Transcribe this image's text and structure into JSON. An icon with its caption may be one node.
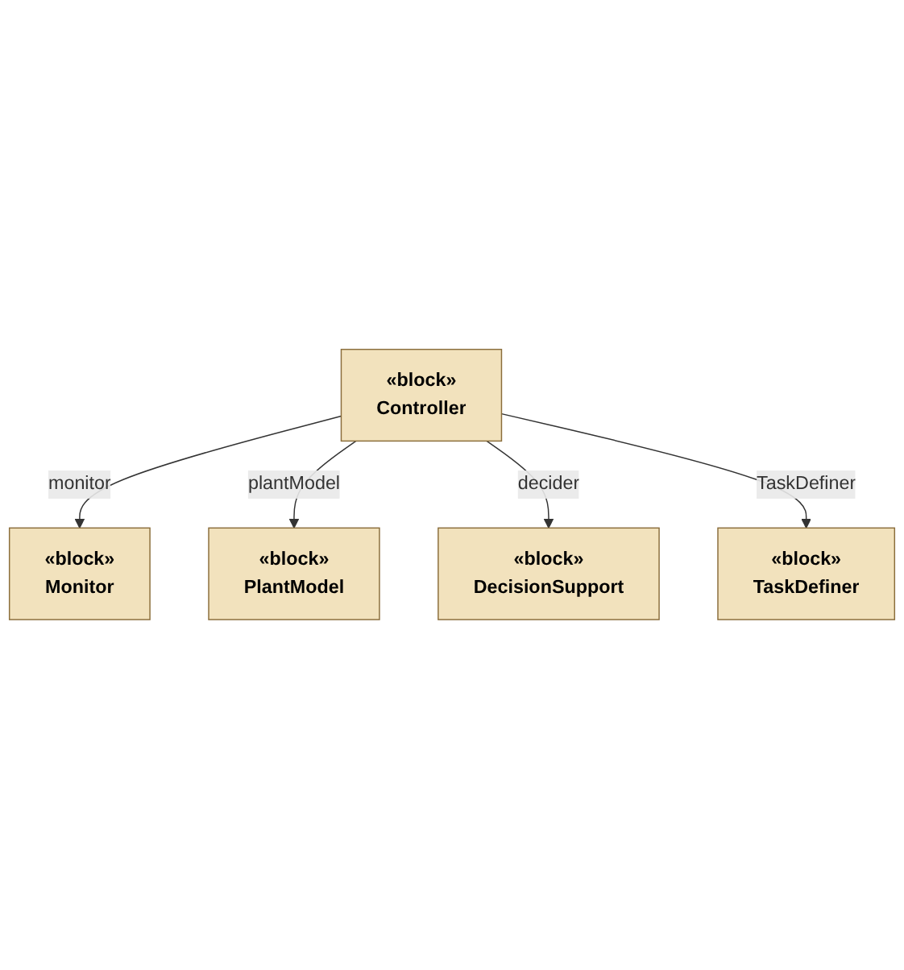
{
  "diagram": {
    "nodes": [
      {
        "text": [
          "«block»",
          "Controller"
        ]
      },
      {
        "text": [
          "«block»",
          "Monitor"
        ]
      },
      {
        "text": [
          "«block»",
          "PlantModel"
        ]
      },
      {
        "text": [
          "«block»",
          "DecisionSupport"
        ]
      },
      {
        "text": [
          "«block»",
          "TaskDefiner"
        ]
      }
    ],
    "edges": [
      {
        "from": 0,
        "to": 1,
        "arrow": "to",
        "label": "monitor"
      },
      {
        "from": 0,
        "to": 2,
        "arrow": "to",
        "label": "plantModel"
      },
      {
        "from": 0,
        "to": 3,
        "arrow": "to",
        "label": "decider"
      },
      {
        "from": 0,
        "to": 4,
        "arrow": "to",
        "label": "TaskDefiner"
      }
    ]
  }
}
